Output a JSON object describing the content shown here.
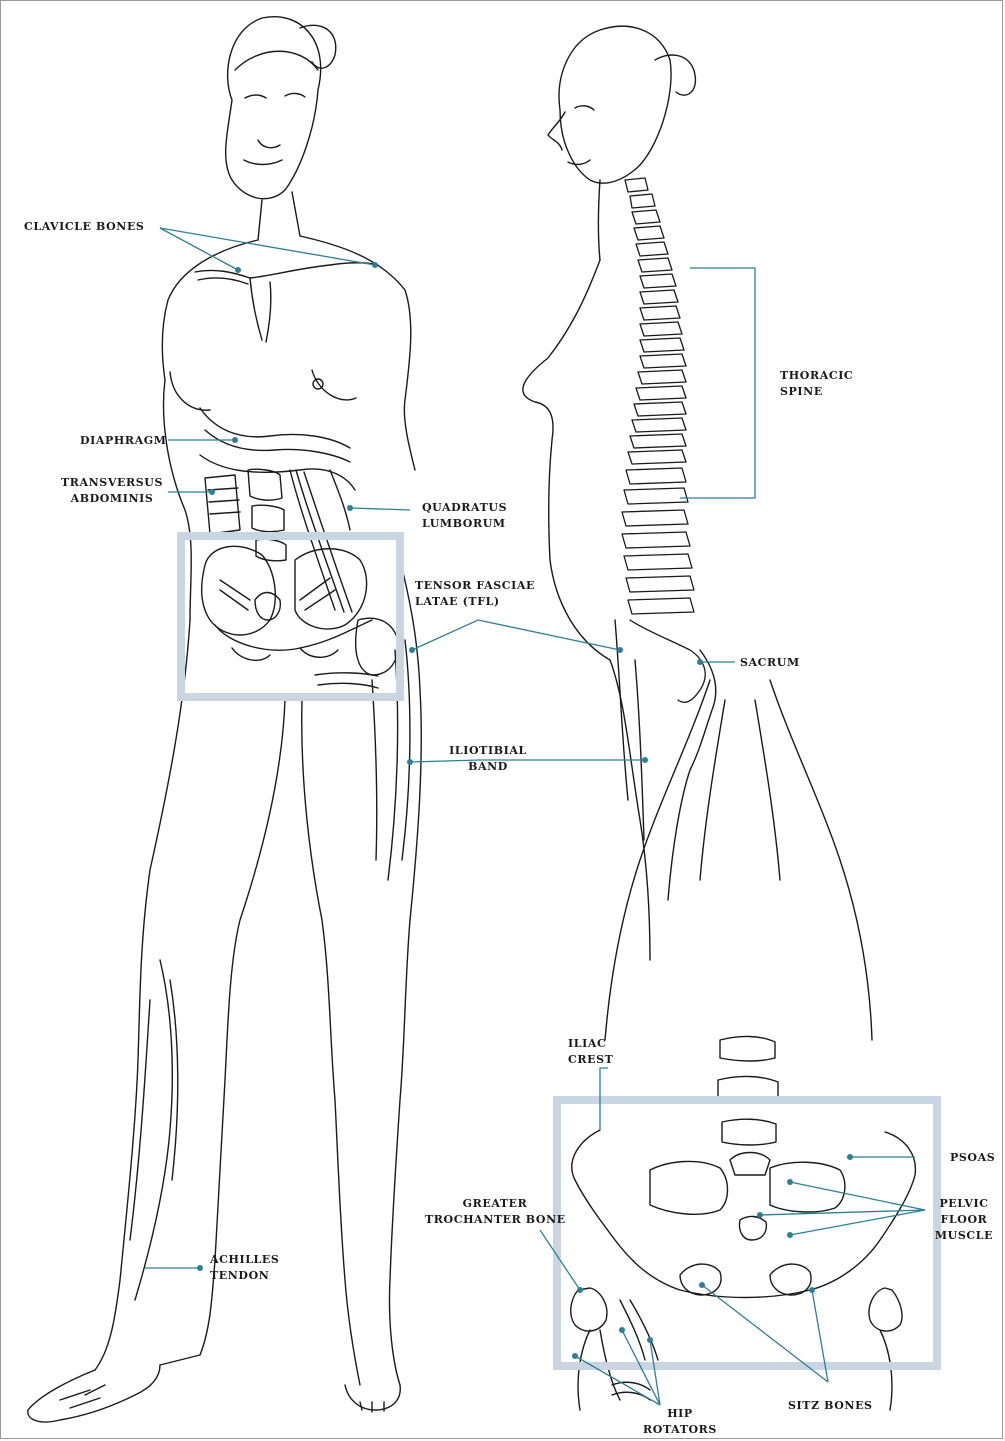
{
  "colors": {
    "leader": "#2d7f96",
    "inset_box": "#c9d6e2",
    "ink": "#1a1a1a"
  },
  "labels": {
    "clavicle_bones": "CLAVICLE BONES",
    "diaphragm": "DIAPHRAGM",
    "transversus_1": "TRANSVERSUS",
    "transversus_2": "ABDOMINIS",
    "quadratus_1": "QUADRATUS",
    "quadratus_2": "LUMBORUM",
    "tfl_1": "TENSOR FASCIAE",
    "tfl_2": "LATAE (TFL)",
    "thoracic_1": "THORACIC",
    "thoracic_2": "SPINE",
    "sacrum": "SACRUM",
    "iliotibial_1": "ILIOTIBIAL",
    "iliotibial_2": "BAND",
    "achilles_1": "ACHILLES",
    "achilles_2": "TENDON",
    "iliac_1": "ILIAC",
    "iliac_2": "CREST",
    "psoas": "PSOAS",
    "greater_1": "GREATER",
    "greater_2": "TROCHANTER BONE",
    "pelvic_1": "PELVIC",
    "pelvic_2": "FLOOR",
    "pelvic_3": "MUSCLE",
    "hip_1": "HIP",
    "hip_2": "ROTATORS",
    "sitz_bones": "SITZ BONES"
  }
}
